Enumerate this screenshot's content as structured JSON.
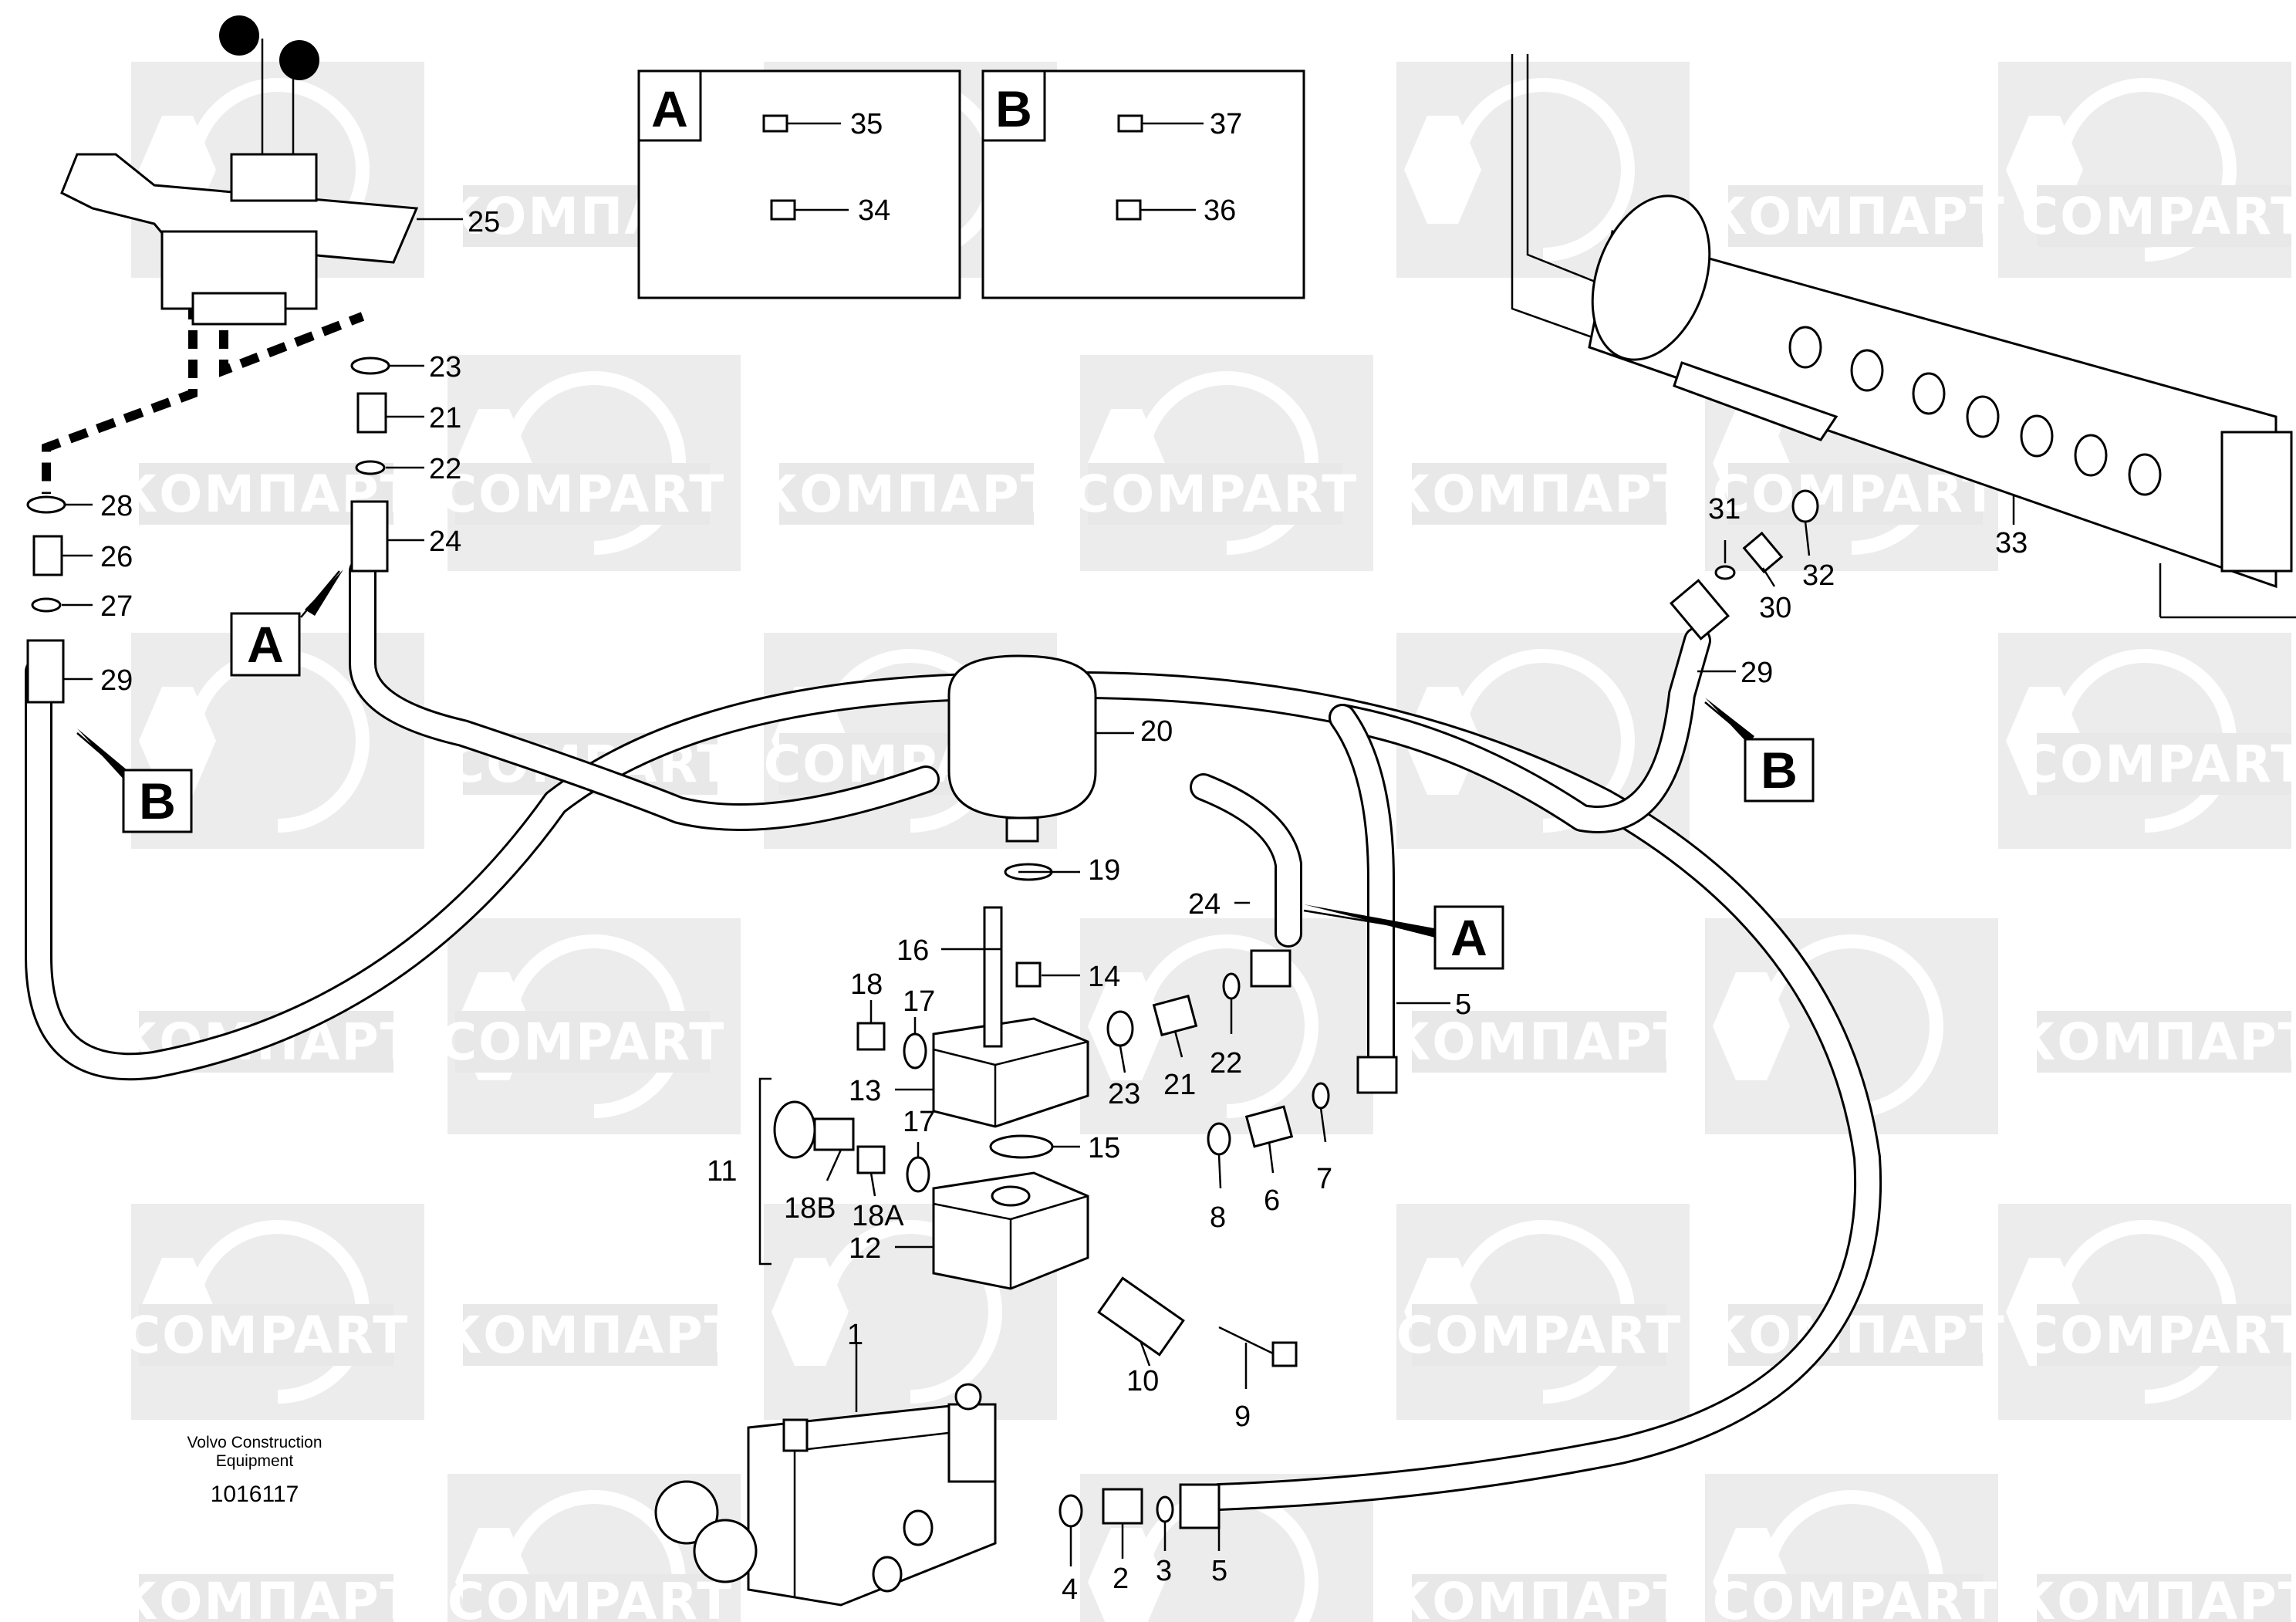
{
  "watermark": {
    "brand_latin": "COMPART",
    "brand_cyrillic": "КОМПАРТ",
    "color": "#d6d6d6"
  },
  "caption": {
    "company_line1": "Volvo Construction",
    "company_line2": "Equipment",
    "document_number": "1016117"
  },
  "detail_views": [
    {
      "letter": "A",
      "labels": [
        "35",
        "34"
      ]
    },
    {
      "letter": "B",
      "labels": [
        "37",
        "36"
      ]
    }
  ],
  "callouts": [
    "A",
    "A",
    "B",
    "B"
  ],
  "part_labels": {
    "p1": "1",
    "p2": "2",
    "p3": "3",
    "p4": "4",
    "p5a": "5",
    "p5b": "5",
    "p6": "6",
    "p7": "7",
    "p8": "8",
    "p9": "9",
    "p10": "10",
    "p11": "11",
    "p12": "12",
    "p13": "13",
    "p14": "14",
    "p15": "15",
    "p16": "16",
    "p17a": "17",
    "p17b": "17",
    "p18": "18",
    "p18a": "18A",
    "p18b": "18B",
    "p19": "19",
    "p20": "20",
    "p21a": "21",
    "p21b": "21",
    "p22a": "22",
    "p22b": "22",
    "p23a": "23",
    "p23b": "23",
    "p24a": "24",
    "p24b": "24",
    "p25": "25",
    "p26": "26",
    "p27": "27",
    "p28": "28",
    "p29a": "29",
    "p29b": "29",
    "p30": "30",
    "p31": "31",
    "p32": "32",
    "p33": "33"
  }
}
